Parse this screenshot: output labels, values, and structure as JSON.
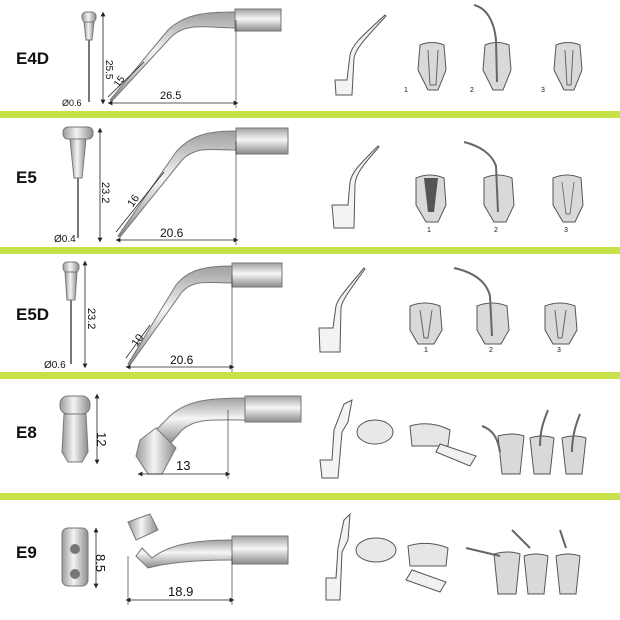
{
  "rows": [
    {
      "code": "E4D",
      "tip_diameter": "Ø0.6",
      "length": "25.5",
      "angled_length": "15",
      "horizontal": "26.5",
      "stages": [
        "1",
        "2",
        "3"
      ]
    },
    {
      "code": "E5",
      "tip_diameter": "Ø0.4",
      "length": "23.2",
      "angled_length": "16",
      "horizontal": "20.6",
      "stages": [
        "1",
        "2",
        "3"
      ]
    },
    {
      "code": "E5D",
      "tip_diameter": "Ø0.6",
      "length": "23.2",
      "angled_length": "10",
      "horizontal": "20.6",
      "stages": [
        "1",
        "2",
        "3"
      ]
    },
    {
      "code": "E8",
      "height": "12",
      "horizontal": "13"
    },
    {
      "code": "E9",
      "height": "8.5",
      "horizontal": "18.9"
    }
  ],
  "colors": {
    "separator": "#c6e24a",
    "metal_light": "#eeeeee",
    "metal_dark": "#8a8a8a",
    "tooth": "#d9d9d9",
    "root_canal": "#555555"
  }
}
